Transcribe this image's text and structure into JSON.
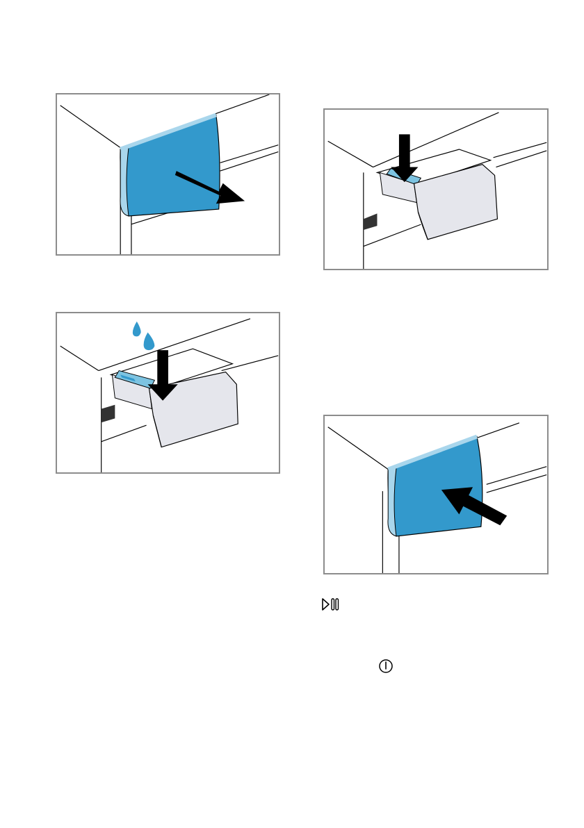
{
  "page": {
    "title": "",
    "text_blocks": []
  },
  "figures": [
    {
      "id": "fig1",
      "icon": "drawer-pull-out-icon",
      "accent": "#3399cc"
    },
    {
      "id": "fig2",
      "icon": "drawer-insert-insert-icon",
      "accent": "#7cc3e1"
    },
    {
      "id": "fig3",
      "icon": "liquid-detergent-pour-icon",
      "accent": "#3399cc"
    },
    {
      "id": "fig4",
      "icon": "drawer-push-in-icon",
      "accent": "#3399cc"
    }
  ],
  "symbols": {
    "start_pause": "start-pause-icon",
    "power": "power-icon"
  },
  "colors": {
    "frame": "#8c8c8c",
    "drawer_blue": "#3399cc",
    "drawer_blue_light": "#a9d6ec",
    "drawer_body": "#e5e6ec",
    "arrow": "#000000"
  }
}
